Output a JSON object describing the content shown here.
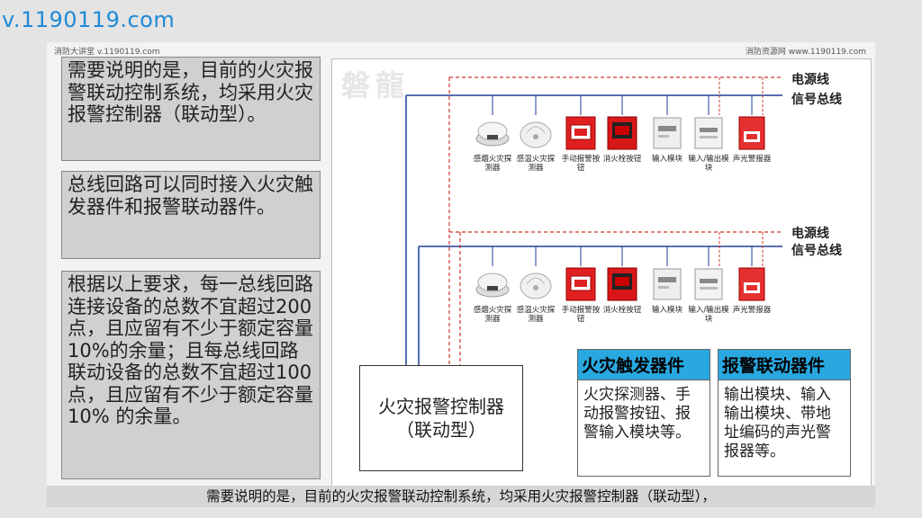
{
  "site_mark": "v.1190119.com",
  "slide": {
    "source_left": "消防大讲堂 v.1190119.com",
    "source_right": "消防资源网 www.1190119.com",
    "box1": "需要说明的是，目前的火灾报警联动控制系统，均采用火灾报警控制器（联动型）。",
    "box2": "总线回路可以同时接入火灾触发器件和报警联动器件。",
    "box3": "根据以上要求，每一总线回路连接设备的总数不宜超过200 点，且应留有不少于额定容量10%的余量；且每总线回路联动设备的总数不宜超过100点，且应留有不少于额定容量10% 的余量。"
  },
  "diagram": {
    "watermark": "磐龍",
    "power_line_label": "电源线",
    "signal_bus_label": "信号总线",
    "controller": {
      "line1": "火灾报警控制器",
      "line2": "（联动型）"
    },
    "devices": [
      {
        "name": "感烟火灾探测器",
        "icon": "smoke-detector"
      },
      {
        "name": "感温火灾探测器",
        "icon": "heat-detector"
      },
      {
        "name": "手动报警按钮",
        "icon": "manual-call-point"
      },
      {
        "name": "消火栓按钮",
        "icon": "hydrant-button"
      },
      {
        "name": "输入模块",
        "icon": "input-module"
      },
      {
        "name": "输入/输出模块",
        "icon": "io-module"
      },
      {
        "name": "声光警报器",
        "icon": "sounder-strobe"
      }
    ],
    "category_trigger": {
      "title": "火灾触发器件",
      "body": "火灾探测器、手动报警按钮、报警输入模块等。"
    },
    "category_linkage": {
      "title": "报警联动器件",
      "body": "输出模块、输入输出模块、带地址编码的声光警报器等。"
    },
    "colors": {
      "power_line": "#d0342c",
      "signal_bus": "#1f3f9a",
      "header_blue": "#29a8e0"
    }
  },
  "subtitle": "需要说明的是，目前的火灾报警联动控制系统，均采用火灾报警控制器（联动型），"
}
